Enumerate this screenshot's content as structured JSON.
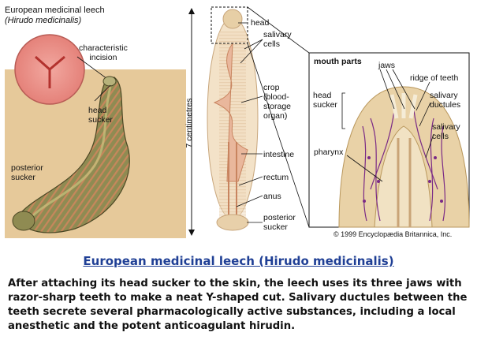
{
  "title": {
    "line1": "European medicinal leech",
    "line2": "(Hirudo medicinalis)"
  },
  "labels": {
    "characteristic_incision": "characteristic\nincision",
    "head_sucker": "head\nsucker",
    "posterior_sucker": "posterior\nsucker",
    "scale": "7 centimetres",
    "head": "head",
    "salivary_cells": "salivary\ncells",
    "crop": "crop\n(blood-\nstorage\norgan)",
    "intestine": "intestine",
    "rectum": "rectum",
    "anus": "anus",
    "posterior_sucker_center": "posterior\nsucker"
  },
  "mouth_parts": {
    "title": "mouth parts",
    "jaws": "jaws",
    "ridge_of_teeth": "ridge of teeth",
    "head_sucker": "head\nsucker",
    "salivary_ductules": "salivary\nductules",
    "salivary_cells": "salivary\ncells",
    "pharynx": "pharynx"
  },
  "copyright": "© 1999 Encyclopædia Britannica, Inc.",
  "caption": {
    "title": "European medicinal leech (Hirudo medicinalis)",
    "body": "After attaching its head sucker to the skin, the leech uses its three jaws with razor-sharp teeth to make a neat Y-shaped cut. Salivary ductules between the teeth secrete several pharmacologically active substances, including a local anesthetic and the potent anticoagulant hirudin."
  }
}
